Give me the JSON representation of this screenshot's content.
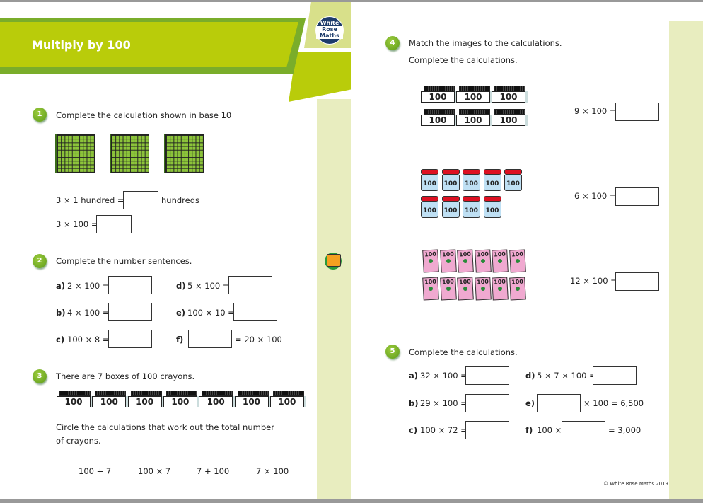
{
  "title": "Multiply by 100",
  "logo": {
    "line1": "White",
    "line2": "Rose",
    "line3": "Maths"
  },
  "q1": {
    "num": "1",
    "prompt": "Complete the calculation shown in base 10",
    "line1_left": "3 × 1 hundred =",
    "line1_right": "hundreds",
    "line2_left": "3 × 100 ="
  },
  "q2": {
    "num": "2",
    "prompt": "Complete the number sentences.",
    "items": [
      {
        "label": "a)",
        "text": "2 × 100 ="
      },
      {
        "label": "b)",
        "text": "4 × 100 ="
      },
      {
        "label": "c)",
        "text": "100 × 8 ="
      },
      {
        "label": "d)",
        "text": "5 × 100 ="
      },
      {
        "label": "e)",
        "text": "100 × 10 ="
      },
      {
        "label": "f)",
        "text": "= 20 × 100"
      }
    ]
  },
  "q3": {
    "num": "3",
    "prompt": "There are 7 boxes of 100 crayons.",
    "box_label": "100",
    "instruction_line1": "Circle the calculations that work out the total number",
    "instruction_line2": "of crayons.",
    "options": [
      "100 + 7",
      "100 × 7",
      "7 + 100",
      "7 × 100"
    ]
  },
  "q4": {
    "num": "4",
    "prompt1": "Match the images to the calculations.",
    "prompt2": "Complete the calculations.",
    "item_label": "100",
    "calcs": [
      "9 × 100 =",
      "6 × 100 =",
      "12 × 100 ="
    ]
  },
  "q5": {
    "num": "5",
    "prompt": "Complete the calculations.",
    "items": [
      {
        "label": "a)",
        "text": "32 × 100 ="
      },
      {
        "label": "b)",
        "text": "29 × 100 ="
      },
      {
        "label": "c)",
        "text": "100 × 72 ="
      },
      {
        "label": "d)",
        "text": "5 × 7 × 100 ="
      },
      {
        "label": "e)",
        "text": "× 100 = 6,500"
      },
      {
        "label": "f)",
        "text": "100 ×",
        "after": "= 3,000"
      }
    ]
  },
  "copyright": "© White Rose Maths 2019",
  "colors": {
    "banner": "#b9cc0a",
    "strip": "#e8edbf"
  }
}
